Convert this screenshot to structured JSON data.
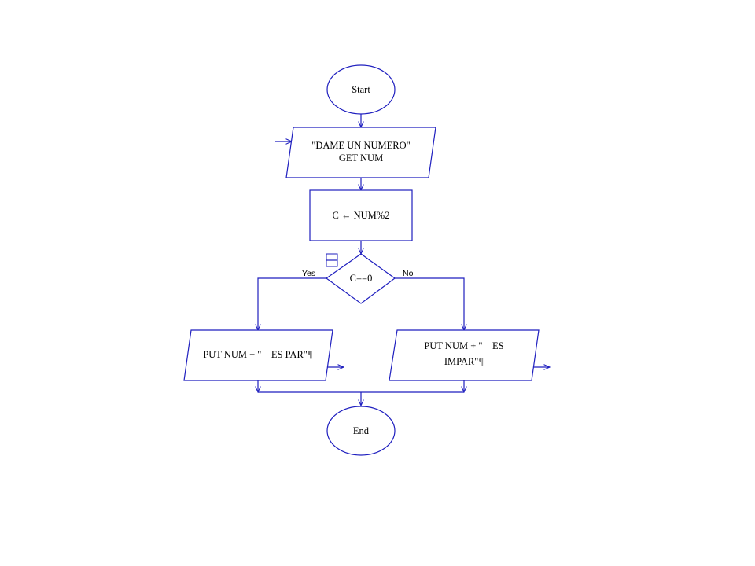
{
  "flowchart": {
    "start": "Start",
    "input": {
      "line1": "\"DAME UN NUMERO\"",
      "line2": "GET NUM"
    },
    "assign": "C ← NUM%2",
    "decision": "C==0",
    "yes_label": "Yes",
    "no_label": "No",
    "output_par": {
      "text": "PUT NUM + \"    ES PAR\"",
      "mark": "¶"
    },
    "output_impar": {
      "line1": "PUT NUM + \"    ES",
      "line2": "IMPAR\"",
      "mark": "¶"
    },
    "end": "End"
  },
  "colors": {
    "stroke": "#1f1fbf",
    "text": "#000000",
    "mark": "#7a7a7a"
  }
}
